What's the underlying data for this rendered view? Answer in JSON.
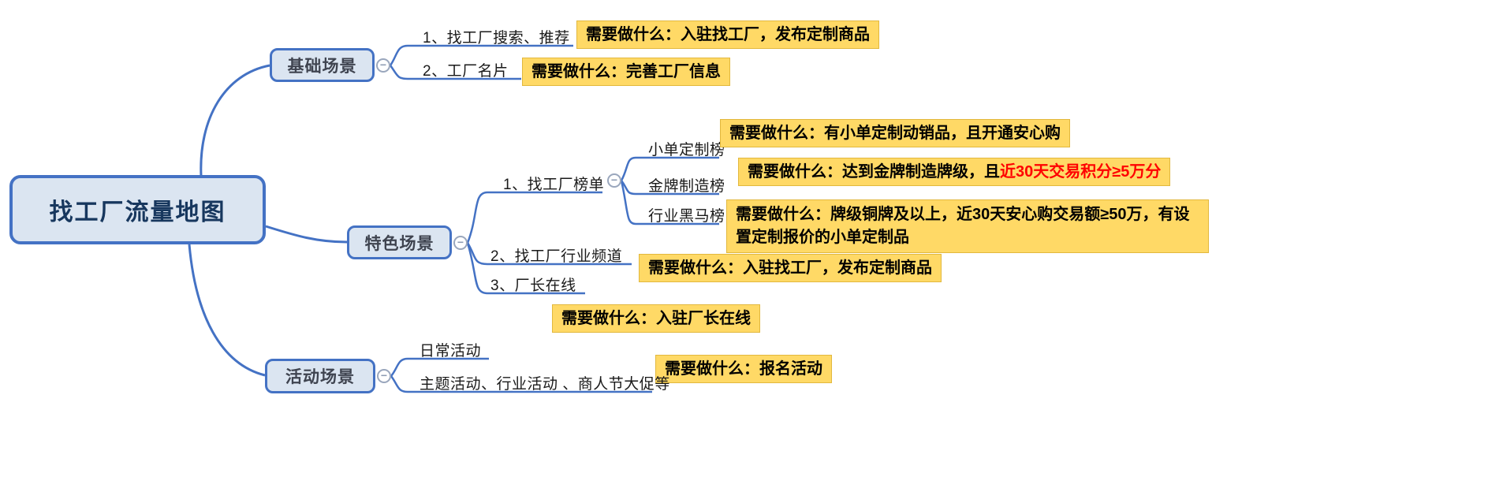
{
  "root": {
    "label": "找工厂流量地图"
  },
  "branches": {
    "basic": {
      "label": "基础场景",
      "children": {
        "search": {
          "label": "1、找工厂搜索、推荐",
          "note": "需要做什么：入驻找工厂，发布定制商品"
        },
        "card": {
          "label": "2、工厂名片",
          "note": "需要做什么：完善工厂信息"
        }
      }
    },
    "featured": {
      "label": "特色场景",
      "children": {
        "ranking": {
          "label": "1、找工厂榜单",
          "children": {
            "small_order": {
              "label": "小单定制榜",
              "note": "需要做什么：有小单定制动销品，且开通安心购"
            },
            "gold_medal": {
              "label": "金牌制造榜",
              "note_prefix": "需要做什么：达到金牌制造牌级，且",
              "note_highlight": "近30天交易积分≥5万分"
            },
            "dark_horse": {
              "label": "行业黑马榜",
              "note": "需要做什么：牌级铜牌及以上，近30天安心购交易额≥50万，有设置定制报价的小单定制品"
            }
          }
        },
        "industry_channel": {
          "label": "2、找工厂行业频道",
          "note": "需要做什么：入驻找工厂，发布定制商品"
        },
        "factory_director": {
          "label": "3、厂长在线",
          "note": "需要做什么：入驻厂长在线"
        }
      }
    },
    "activity": {
      "label": "活动场景",
      "children": {
        "daily": {
          "label": "日常活动",
          "note": "需要做什么：报名活动"
        },
        "theme": {
          "label": "主题活动、行业活动 、商人节大促等"
        }
      }
    }
  },
  "toggle": {
    "glyph": "−"
  },
  "colors": {
    "node_fill": "#dbe5f1",
    "node_border": "#4472c4",
    "connector": "#4472c4",
    "note_fill": "#ffd966",
    "note_border": "#e2b83e",
    "note_highlight_text": "#ff0000",
    "root_text": "#17375e"
  }
}
